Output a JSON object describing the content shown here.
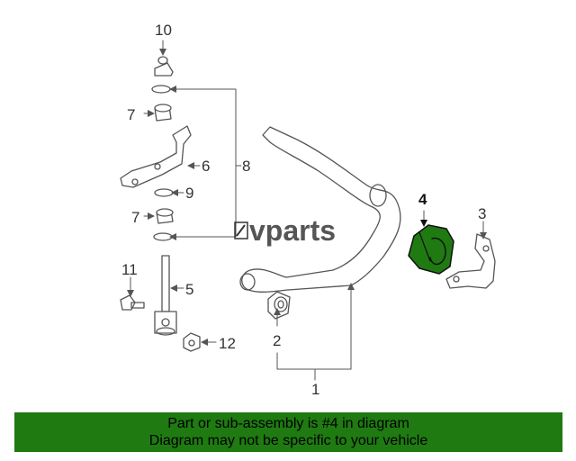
{
  "diagram": {
    "callouts": {
      "c1": "1",
      "c2": "2",
      "c3": "3",
      "c4": "4",
      "c5": "5",
      "c6": "6",
      "c7a": "7",
      "c7b": "7",
      "c8": "8",
      "c9": "9",
      "c10": "10",
      "c11": "11",
      "c12": "12"
    },
    "watermark": "vparts",
    "highlighted_part": "4",
    "highlight_color": "#1f7a12"
  },
  "banner": {
    "line1": "Part or sub-assembly is #4 in diagram",
    "line2": "Diagram may not be specific to your vehicle",
    "background": "#1f7a12"
  }
}
